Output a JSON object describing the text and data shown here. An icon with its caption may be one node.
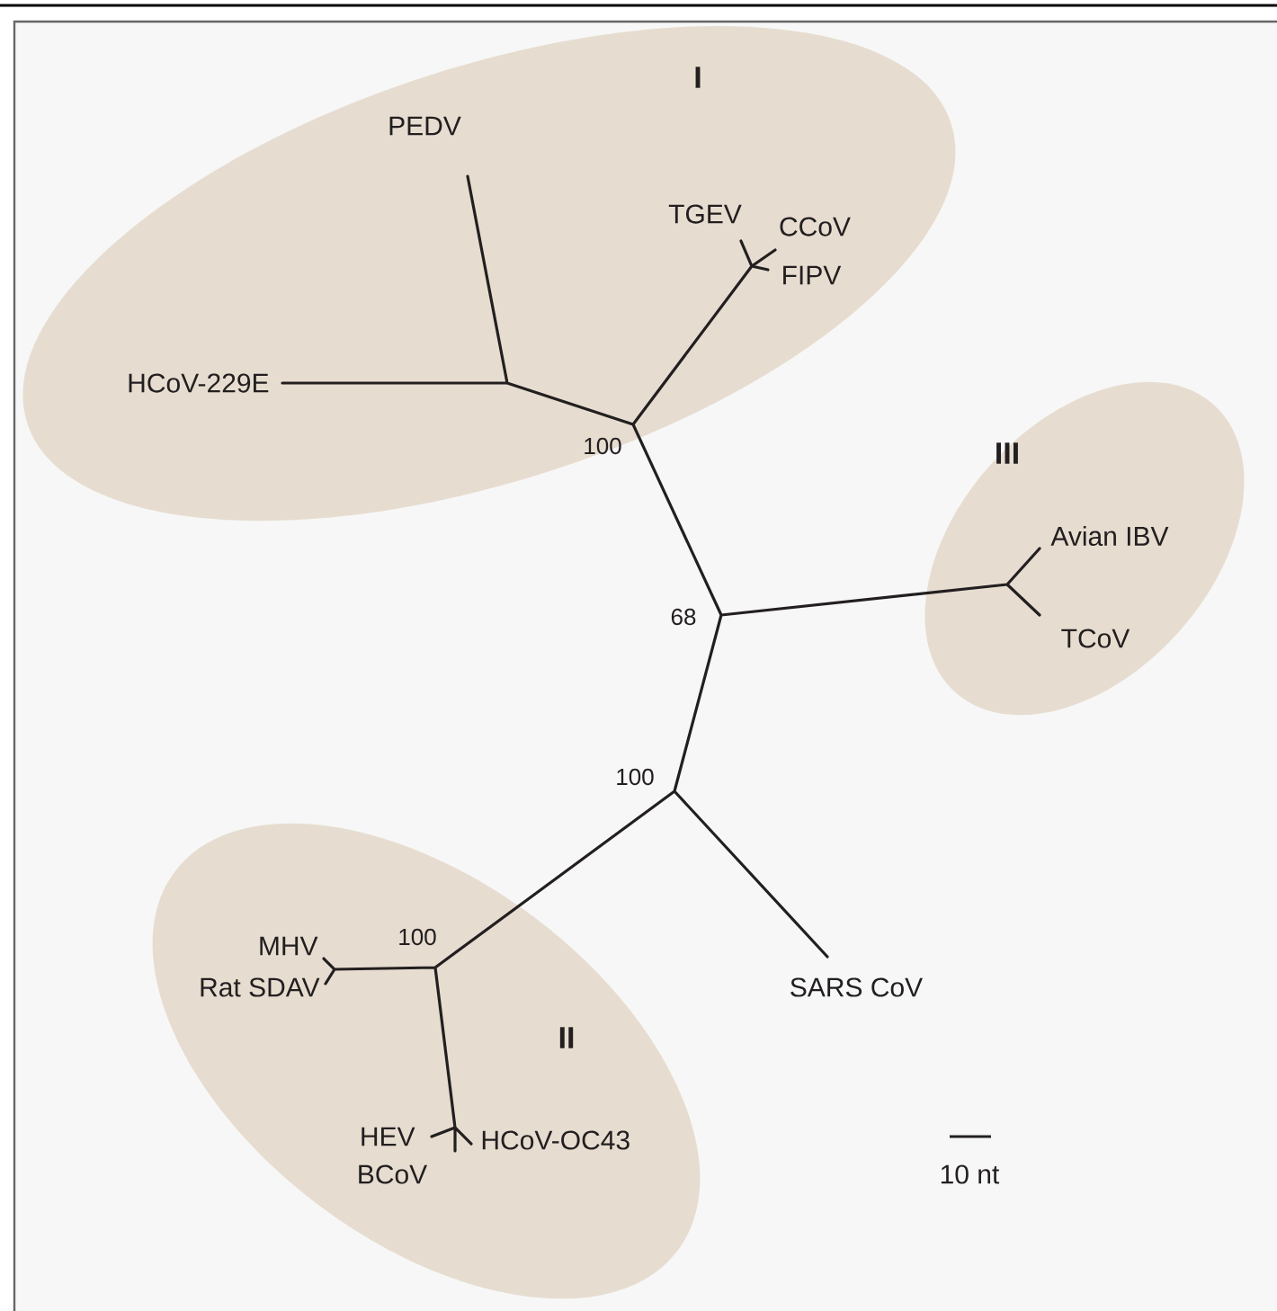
{
  "diagram": {
    "nodes": [
      {
        "text": [
          "I"
        ]
      },
      {
        "text": [
          "PEDV"
        ],
        "in": 0
      },
      {
        "text": [
          "TGEV"
        ],
        "in": 0
      },
      {
        "text": [
          "CCoV"
        ],
        "in": 0
      },
      {
        "text": [
          "FIPV"
        ],
        "in": 0
      },
      {
        "text": [
          "HCoV-229E"
        ],
        "in": 0
      },
      {
        "text": [
          "III"
        ]
      },
      {
        "text": [
          "Avian IBV"
        ],
        "in": 6
      },
      {
        "text": [
          "TCoV"
        ],
        "in": 6
      },
      {
        "text": [
          "SARS CoV"
        ]
      },
      {
        "text": [
          "II"
        ]
      },
      {
        "text": [
          "MHV"
        ],
        "in": 10
      },
      {
        "text": [
          "Rat SDAV"
        ],
        "in": 10
      },
      {
        "text": [
          "HEV"
        ],
        "in": 10
      },
      {
        "text": [
          "HCoV-OC43"
        ],
        "in": 10
      },
      {
        "text": [
          "BCoV"
        ],
        "in": 10
      }
    ],
    "labels": [
      "100",
      "68",
      "100",
      "100",
      "10 nt"
    ]
  }
}
